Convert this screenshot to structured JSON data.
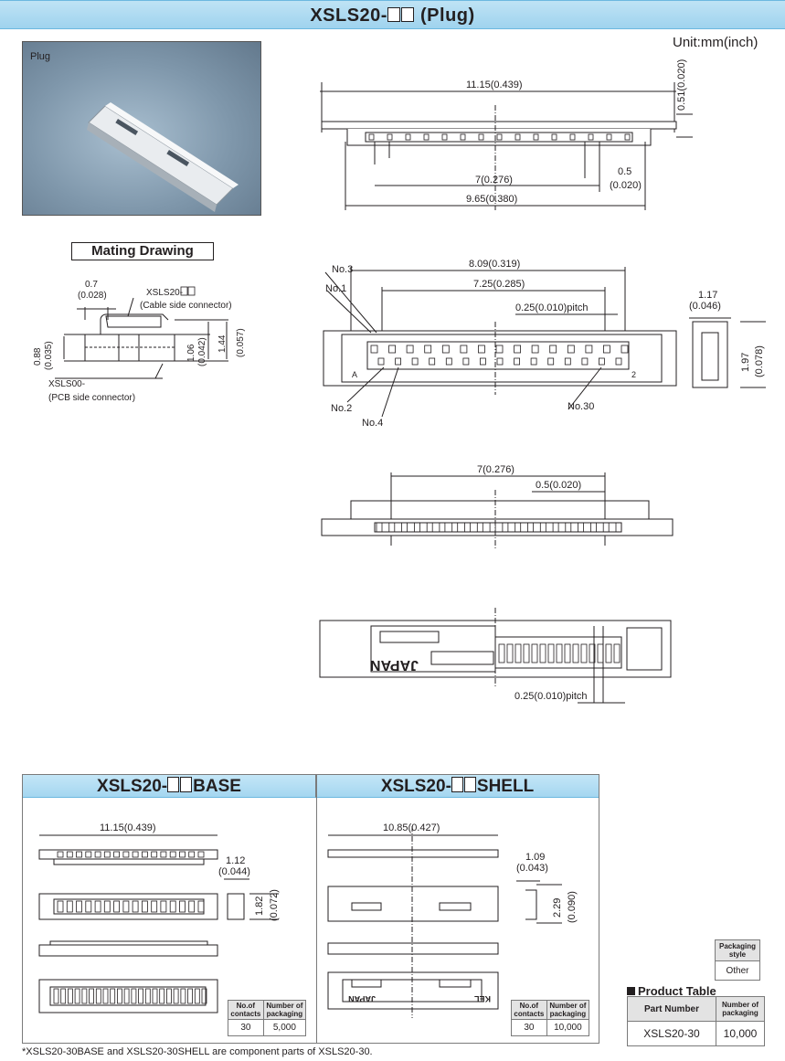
{
  "header": {
    "title_prefix": "XSLS20-",
    "title_suffix": " (Plug)"
  },
  "unit": "Unit:mm(inch)",
  "photo": {
    "label": "Plug"
  },
  "mating": {
    "title": "Mating Drawing",
    "dims": {
      "d07": "0.7",
      "d07i": "(0.028)",
      "d088": "0.88",
      "d088i": "(0.035)",
      "d106": "1.06",
      "d106i": "(0.042)",
      "d144": "1.44",
      "d144i": "(0.057)"
    },
    "cable_part_prefix": "XSLS20-",
    "cable_desc": "(Cable side connector)",
    "pcb_part_prefix": "XSLS00-",
    "pcb_desc": "(PCB side connector)"
  },
  "front": {
    "d1115": "11.15(0.439)",
    "d051": "0.51(0.020)",
    "d05": "0.5",
    "d05i": "(0.020)",
    "d7": "7(0.276)",
    "d965": "9.65(0.380)"
  },
  "top": {
    "d809": "8.09(0.319)",
    "d725": "7.25(0.285)",
    "pitch": "0.25(0.010)pitch",
    "no3": "No.3",
    "no1": "No.1",
    "no2": "No.2",
    "no4": "No.4",
    "no30": "No.30",
    "markA": "A",
    "mark2": "2",
    "d117": "1.17",
    "d117i": "(0.046)",
    "d197": "1.97",
    "d197i": "(0.078)"
  },
  "front2": {
    "d7": "7(0.276)",
    "d05": "0.5(0.020)"
  },
  "bottom": {
    "stamp": "JAPAN",
    "pitch": "0.25(0.010)pitch"
  },
  "base": {
    "title_prefix": "XSLS20-",
    "title_suffix": "BASE",
    "d1115": "11.15(0.439)",
    "d112": "1.12",
    "d112i": "(0.044)",
    "d182": "1.82",
    "d182i": "(0.072)",
    "table": {
      "h1": "No.of contacts",
      "h2": "Number of packaging",
      "v1": "30",
      "v2": "5,000"
    }
  },
  "shell": {
    "title_prefix": "XSLS20-",
    "title_suffix": "SHELL",
    "d1085": "10.85(0.427)",
    "d109": "1.09",
    "d109i": "(0.043)",
    "d229": "2.29",
    "d229i": "(0.090)",
    "stamp1": "JAPAN",
    "stamp2": "KEL",
    "table": {
      "h1": "No.of contacts",
      "h2": "Number of packaging",
      "v1": "30",
      "v2": "10,000"
    }
  },
  "packaging_style": {
    "header": "Packaging style",
    "value": "Other"
  },
  "product_table": {
    "title": "Product Table",
    "col1": "Part Number",
    "col2": "Number of packaging",
    "part": "XSLS20-30",
    "qty": "10,000"
  },
  "footnote": "*XSLS20-30BASE and XSLS20-30SHELL are component parts of XSLS20-30."
}
